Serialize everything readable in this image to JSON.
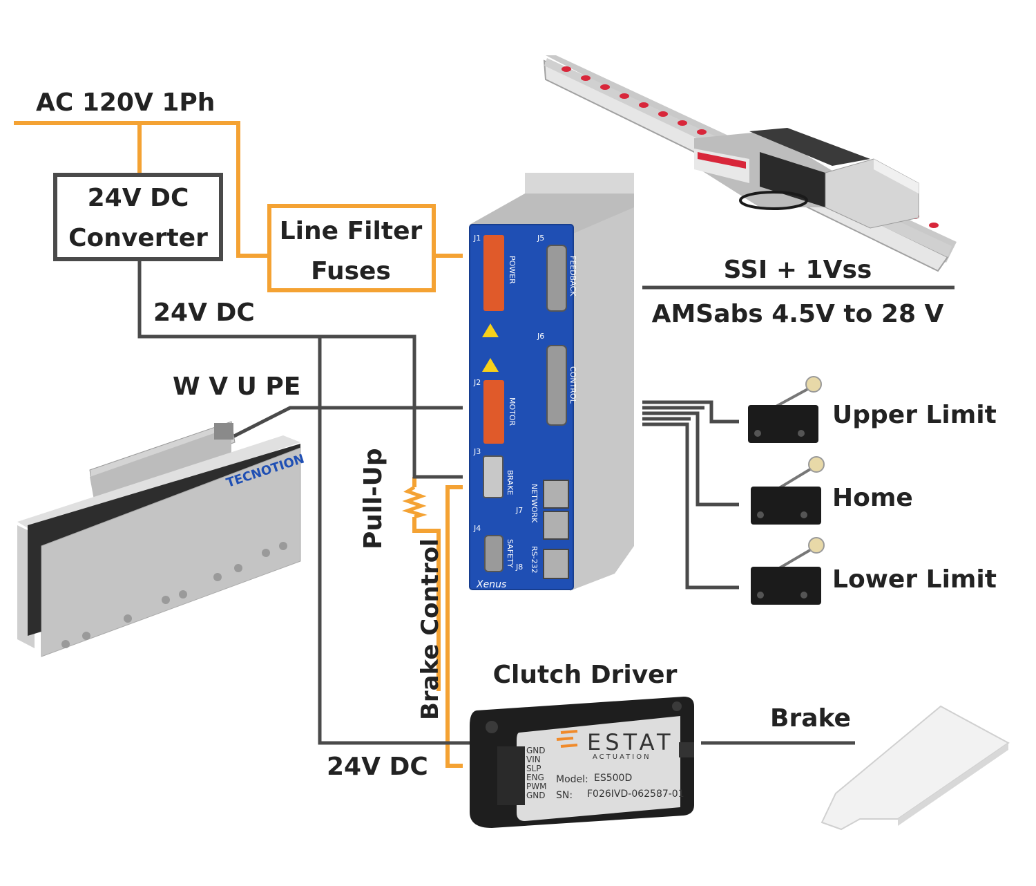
{
  "diagram": {
    "labels": {
      "ac_supply": "AC 120V 1Ph",
      "converter_line1": "24V DC",
      "converter_line2": "Converter",
      "filter_line1": "Line Filter",
      "filter_line2": "Fuses",
      "dc_24v_top": "24V DC",
      "motor_phases": "W V U PE",
      "feedback_line1": "SSI + 1Vss",
      "feedback_line2": "AMSabs 4.5V to 28 V",
      "pull_up": "Pull-Up",
      "brake_control": "Brake Control",
      "clutch_driver": "Clutch Driver",
      "dc_24v_bottom": "24V DC",
      "brake": "Brake",
      "upper_limit": "Upper Limit",
      "home": "Home",
      "lower_limit": "Lower Limit"
    },
    "drive": {
      "brand": "Xenus",
      "connectors": [
        "J1",
        "J2",
        "J3",
        "J4",
        "J5",
        "J6",
        "J7",
        "J8"
      ],
      "port_labels": [
        "POWER",
        "MOTOR",
        "BRAKE",
        "SAFETY",
        "FEEDBACK",
        "CONTROL",
        "NETWORK",
        "RS-232"
      ]
    },
    "motor": {
      "brand": "TECNOTION"
    },
    "clutch_driver_device": {
      "brand": "ESTAT",
      "sub_brand": "ACTUATION",
      "pins": [
        "GND",
        "VIN",
        "SLP",
        "ENG",
        "PWM",
        "GND"
      ],
      "model_label": "Model:",
      "model_value": "ES500D",
      "sn_label": "SN:",
      "sn_value": "F026IVD-062587-01"
    },
    "colors": {
      "ac_wire": "#f4a233",
      "dc_wire": "#4a4a4a",
      "drive_blue": "#1f4fb4",
      "rail_red": "#d8263a"
    }
  }
}
